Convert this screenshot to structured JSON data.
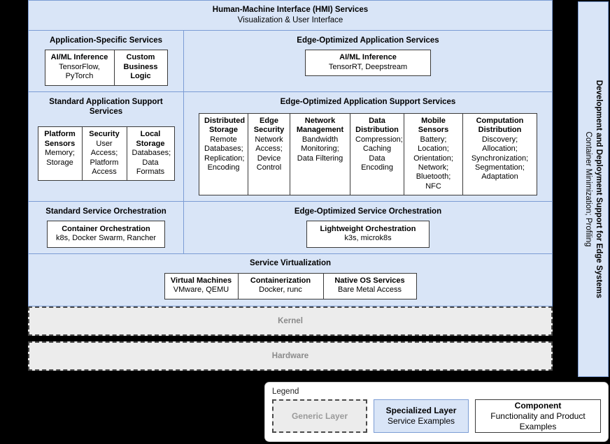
{
  "hmi": {
    "title": "Human-Machine Interface (HMI) Services",
    "subtitle": "Visualization & User Interface"
  },
  "app_services": {
    "standard_title": "Application-Specific Services",
    "standard_components": [
      {
        "name": "AI/ML Inference",
        "desc": "TensorFlow, PyTorch"
      },
      {
        "name": "Custom Business Logic",
        "desc": ""
      }
    ],
    "edge_title": "Edge-Optimized Application Services",
    "edge_components": [
      {
        "name": "AI/ML Inference",
        "desc": "TensorRT, Deepstream"
      }
    ]
  },
  "app_support": {
    "standard_title": "Standard Application Support Services",
    "standard_components": [
      {
        "name": "Platform Sensors",
        "desc": "Memory; Storage"
      },
      {
        "name": "Security",
        "desc": "User Access; Platform Access"
      },
      {
        "name": "Local Storage",
        "desc": "Databases; Data Formats"
      }
    ],
    "edge_title": "Edge-Optimized Application Support Services",
    "edge_components": [
      {
        "name": "Distributed Storage",
        "desc": "Remote Databases; Replication; Encoding"
      },
      {
        "name": "Edge Security",
        "desc": "Network Access; Device Control"
      },
      {
        "name": "Network Management",
        "desc": "Bandwidth Monitoring; Data Filtering"
      },
      {
        "name": "Data Distribution",
        "desc": "Compression; Caching Data Encoding"
      },
      {
        "name": "Mobile Sensors",
        "desc": "Battery; Location; Orientation; Network; Bluetooth; NFC"
      },
      {
        "name": "Computation Distribution",
        "desc": "Discovery; Allocation; Synchronization; Segmentation; Adaptation"
      }
    ]
  },
  "orchestration": {
    "standard_title": "Standard Service Orchestration",
    "standard_components": [
      {
        "name": "Container Orchestration",
        "desc": "k8s, Docker Swarm, Rancher"
      }
    ],
    "edge_title": "Edge-Optimized Service Orchestration",
    "edge_components": [
      {
        "name": "Lightweight Orchestration",
        "desc": "k3s, microk8s"
      }
    ]
  },
  "virtualization": {
    "title": "Service Virtualization",
    "components": [
      {
        "name": "Virtual Machines",
        "desc": "VMware, QEMU"
      },
      {
        "name": "Containerization",
        "desc": "Docker, runc"
      },
      {
        "name": "Native OS Services",
        "desc": "Bare Metal Access"
      }
    ]
  },
  "generic_layers": {
    "kernel": "Kernel",
    "hardware": "Hardware"
  },
  "sidebar": {
    "title": "Development and Deployment Support for Edge Systems",
    "subtitle": "Container Minimization; Profiling"
  },
  "legend": {
    "title": "Legend",
    "generic": {
      "name": "Generic Layer"
    },
    "specialized": {
      "name": "Specialized Layer",
      "desc": "Service Examples"
    },
    "component": {
      "name": "Component",
      "desc": "Functionality and Product Examples"
    }
  },
  "colors": {
    "layer_blue": "#d9e5f7",
    "layer_border": "#7b9cd4",
    "generic_gray": "#ececec",
    "generic_text": "#8a8a8a",
    "component_border": "#3a3a3a",
    "background": "#000000"
  }
}
